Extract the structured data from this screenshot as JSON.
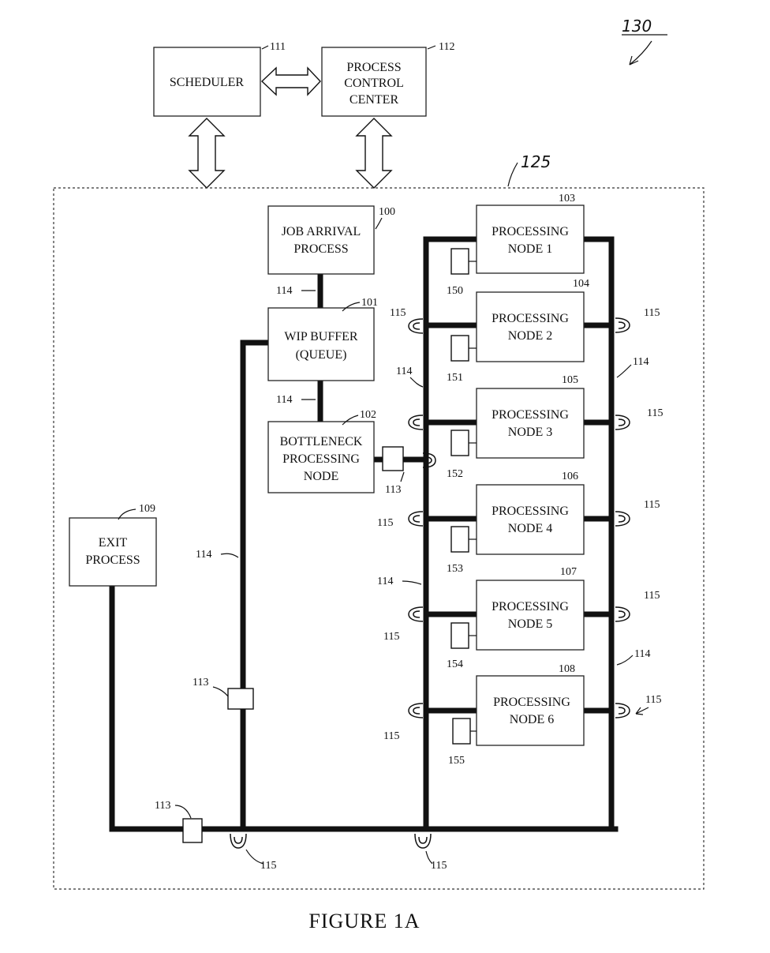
{
  "figure": {
    "caption": "FIGURE 1A",
    "system_ref": "130",
    "facility_ref": "125"
  },
  "boxes": {
    "scheduler": {
      "lines": [
        "SCHEDULER"
      ],
      "ref": "111"
    },
    "pcc": {
      "lines": [
        "PROCESS",
        "CONTROL",
        "CENTER"
      ],
      "ref": "112"
    },
    "job_arrival": {
      "lines": [
        "JOB ARRIVAL",
        "PROCESS"
      ],
      "ref": "100"
    },
    "wip_buffer": {
      "lines": [
        "WIP BUFFER",
        "(QUEUE)"
      ],
      "ref": "101"
    },
    "bottleneck": {
      "lines": [
        "BOTTLENECK",
        "PROCESSING",
        "NODE"
      ],
      "ref": "102"
    },
    "exit": {
      "lines": [
        "EXIT",
        "PROCESS"
      ],
      "ref": "109"
    }
  },
  "nodes": [
    {
      "label": "PROCESSING",
      "num": "NODE 1",
      "ref": "103",
      "sensor": "150"
    },
    {
      "label": "PROCESSING",
      "num": "NODE 2",
      "ref": "104",
      "sensor": "151"
    },
    {
      "label": "PROCESSING",
      "num": "NODE 3",
      "ref": "105",
      "sensor": "152"
    },
    {
      "label": "PROCESSING",
      "num": "NODE 4",
      "ref": "106",
      "sensor": "153"
    },
    {
      "label": "PROCESSING",
      "num": "NODE 5",
      "ref": "107",
      "sensor": "154"
    },
    {
      "label": "PROCESSING",
      "num": "NODE 6",
      "ref": "108",
      "sensor": "155"
    }
  ],
  "refs": {
    "transport": "114",
    "coupler": "115",
    "transfer": "113"
  }
}
